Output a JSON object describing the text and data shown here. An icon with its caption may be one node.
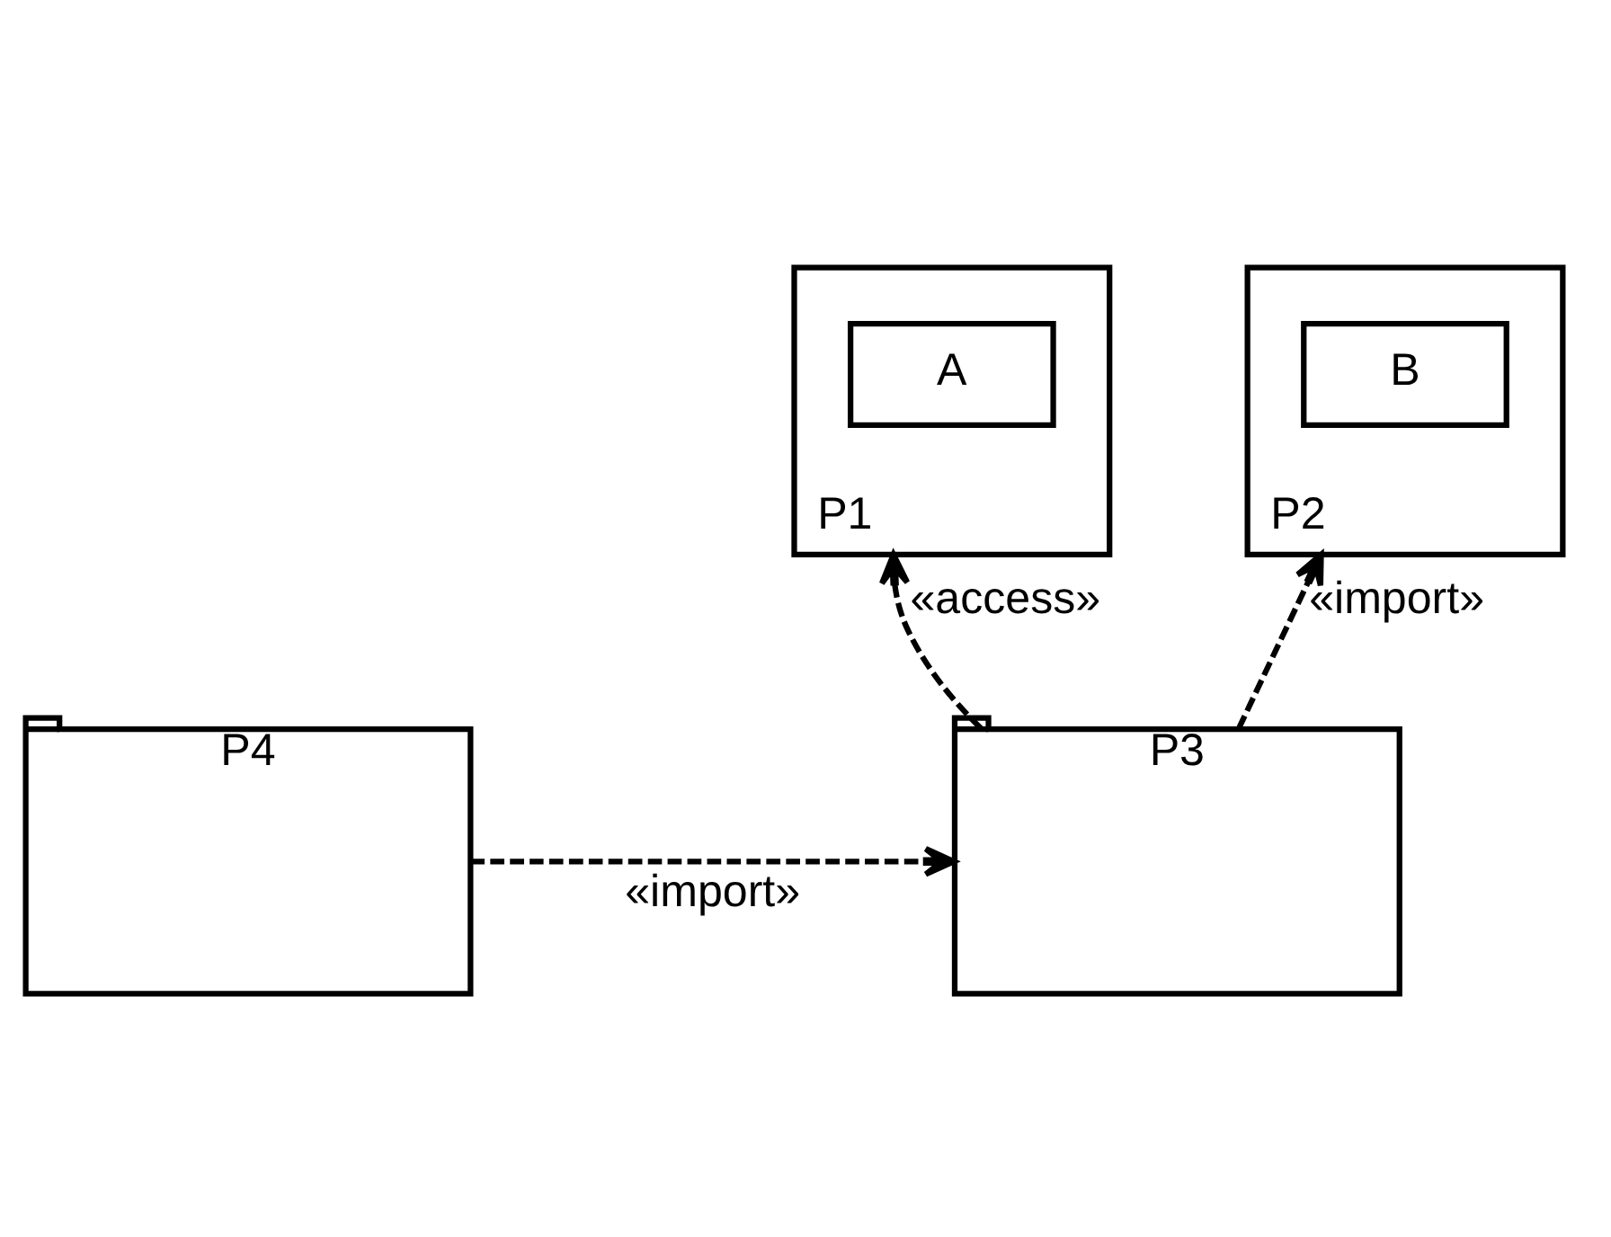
{
  "diagram": {
    "nodes": [
      {
        "text": [
          "P1"
        ]
      },
      {
        "text": [
          "A"
        ],
        "in": 0
      },
      {
        "text": [
          "P2"
        ]
      },
      {
        "text": [
          "B"
        ],
        "in": 2
      },
      {
        "text": [
          "P3"
        ]
      },
      {
        "text": [
          "P4"
        ]
      }
    ],
    "edges": [
      {
        "from": 4,
        "to": 0,
        "arrow": "to",
        "style": "dashed",
        "label": "«access»"
      },
      {
        "from": 4,
        "to": 2,
        "arrow": "to",
        "style": "dashed",
        "label": "«import»"
      },
      {
        "from": 5,
        "to": 4,
        "arrow": "to",
        "style": "dashed",
        "label": "«import»"
      }
    ]
  }
}
